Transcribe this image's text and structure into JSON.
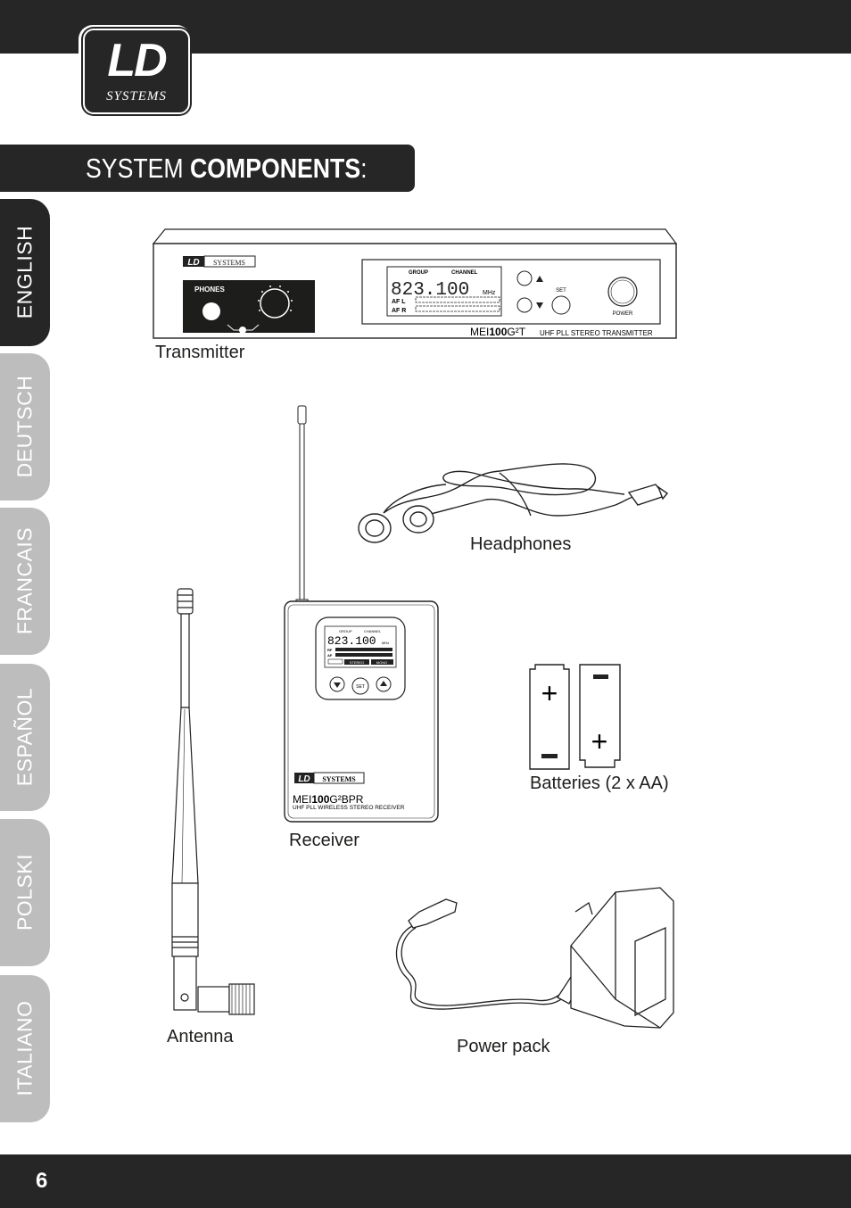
{
  "header": {
    "logo_ld": "LD",
    "logo_systems": "SYSTEMS"
  },
  "section": {
    "title_light": "SYSTEM ",
    "title_bold": "COMPONENTS",
    "title_colon": ":"
  },
  "language_tabs": [
    {
      "label": "ENGLISH",
      "active": true
    },
    {
      "label": "DEUTSCH",
      "active": false
    },
    {
      "label": "FRANCAIS",
      "active": false
    },
    {
      "label": "ESPAÑOL",
      "active": false
    },
    {
      "label": "POLSKI",
      "active": false
    },
    {
      "label": "ITALIANO",
      "active": false
    }
  ],
  "components": {
    "transmitter": "Transmitter",
    "headphones": "Headphones",
    "receiver": "Receiver",
    "batteries": "Batteries (2 x AA)",
    "antenna": "Antenna",
    "power_pack": "Power pack"
  },
  "transmitter_panel": {
    "brand_ld": "LD",
    "brand_systems": "SYSTEMS",
    "phones_label": "PHONES",
    "group_label": "GROUP",
    "channel_label": "CHANNEL",
    "frequency": "823.100",
    "unit": "MHz",
    "af_l": "AF L",
    "af_r": "AF R",
    "set_label": "SET",
    "power_label": "POWER",
    "model_prefix": "MEI",
    "model_number": "100",
    "model_suffix": "G²T",
    "model_desc": "UHF PLL STEREO TRANSMITTER"
  },
  "receiver_panel": {
    "group_label": "GROUP",
    "channel_label": "CHANNEL",
    "frequency": "823.100",
    "unit": "MHz",
    "rf": "RF",
    "af": "AF",
    "stereo": "STEREO",
    "mono": "MONO",
    "set_label": "SET",
    "brand_ld": "LD",
    "brand_systems": "SYSTEMS",
    "model_prefix": "MEI",
    "model_number": "100",
    "model_suffix": "G²BPR",
    "model_desc": "UHF PLL WIRELESS STEREO RECEIVER"
  },
  "batteries": {
    "plus": "+",
    "minus": "−"
  },
  "footer": {
    "page_number": "6"
  }
}
